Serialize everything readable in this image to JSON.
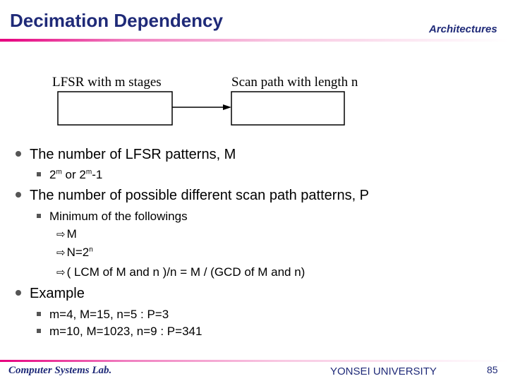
{
  "header": {
    "title": "Decimation Dependency",
    "section": "Architectures"
  },
  "diagram": {
    "left_label": "LFSR with m stages",
    "right_label": "Scan path with length n"
  },
  "bullets": [
    {
      "text": "The number of LFSR patterns,  M",
      "sub": [
        {
          "parts": [
            "2",
            "m",
            " or 2",
            "m",
            "-1"
          ]
        }
      ]
    },
    {
      "text": "The number of possible different scan path patterns, P",
      "sub_text": "Minimum of the followings",
      "items": [
        {
          "parts": [
            "M"
          ]
        },
        {
          "parts": [
            "N=2",
            "n"
          ]
        },
        {
          "parts": [
            "( LCM of M and n )/n = M / (GCD of M and n)"
          ]
        }
      ]
    },
    {
      "text": "Example",
      "sub": [
        {
          "parts": [
            "m=4, M=15, n=5 :  P=3"
          ]
        },
        {
          "parts": [
            "m=10, M=1023, n=9 :  P=341"
          ]
        }
      ]
    }
  ],
  "footer": {
    "left": "Computer Systems Lab.",
    "right": "YONSEI UNIVERSITY",
    "page": "85"
  },
  "colors": {
    "title": "#1f2a78",
    "accent": "#e6007e"
  }
}
